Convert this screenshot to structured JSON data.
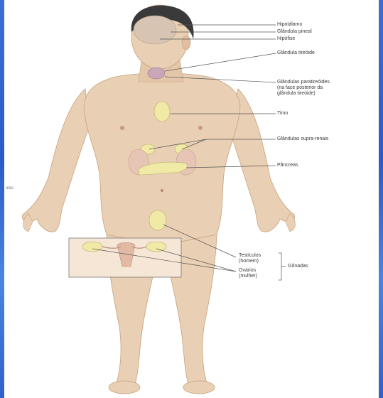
{
  "colors": {
    "skin": "#e9cfb3",
    "skin_shadow": "#d2ad8c",
    "gland": "#f0eaa6",
    "hair": "#3a3a3a",
    "leader_line": "#555555",
    "edge_blue": "#2f62cc"
  },
  "labels": {
    "hypothalamus": "Hipotálamo",
    "pineal": "Glândula pineal",
    "pituitary": "Hipófise",
    "thyroid": "Glândula tireóide",
    "parathyroid": [
      "Glândulas paratireóides",
      "(na face posterior da",
      "glândula tireóide)"
    ],
    "thymus": "Timo",
    "adrenal": "Glândulas supra-renais",
    "pancreas": "Pâncreas",
    "testes": [
      "Testículos",
      "(homem)"
    ],
    "ovaries": [
      "Ovários",
      "(mulher)"
    ],
    "gonads": "Gônadas",
    "left_fragment": "ulas"
  }
}
